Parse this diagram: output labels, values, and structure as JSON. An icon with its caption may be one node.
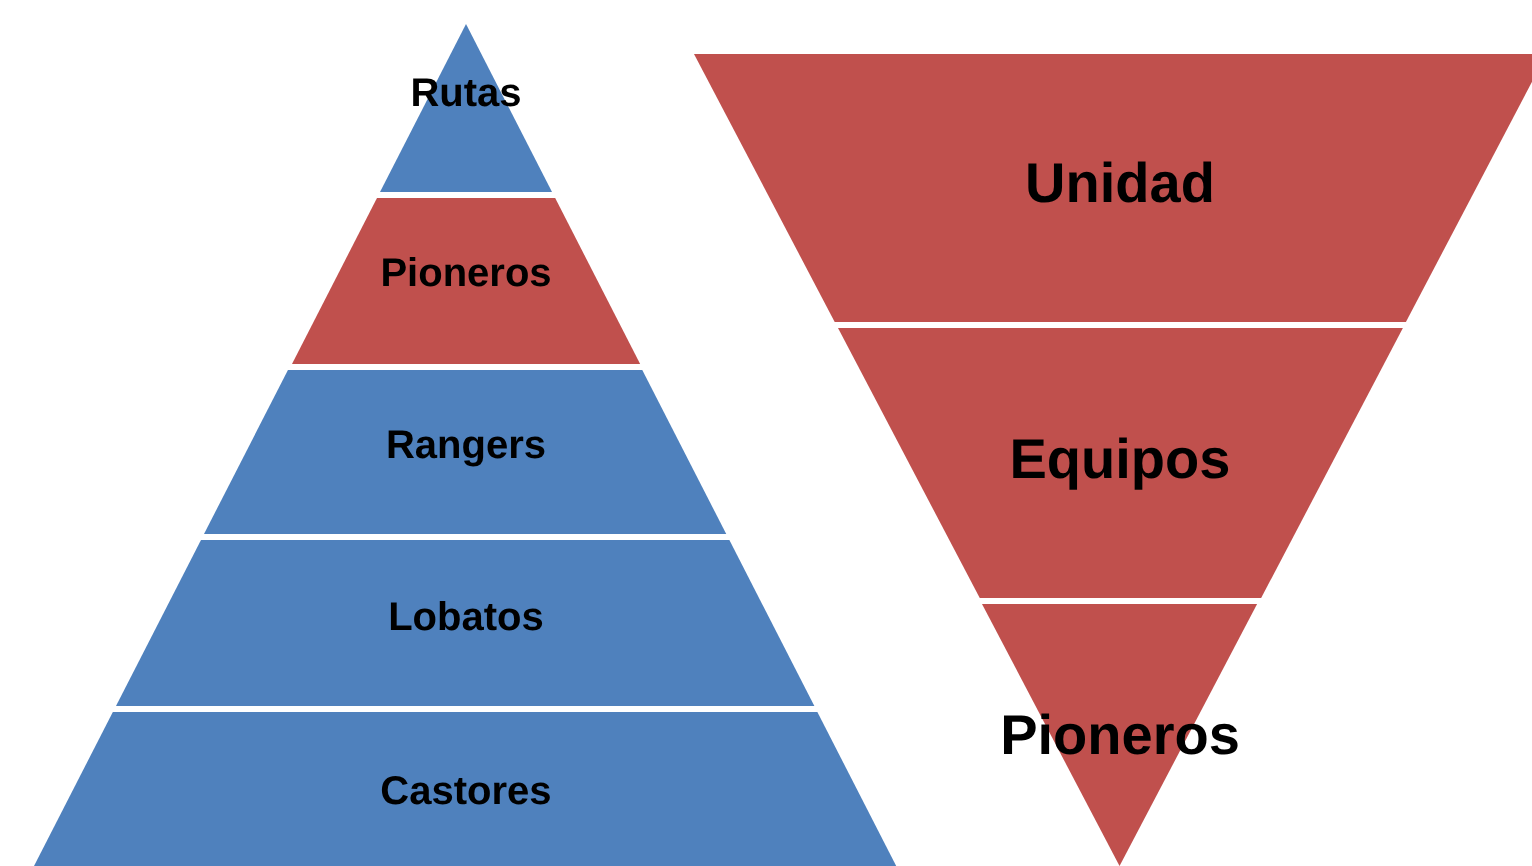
{
  "diagram": {
    "nodes": [
      {
        "text": [
          "Rutas"
        ]
      },
      {
        "text": [
          "Pioneros"
        ]
      },
      {
        "text": [
          "Rangers"
        ]
      },
      {
        "text": [
          "Lobatos"
        ]
      },
      {
        "text": [
          "Castores"
        ]
      },
      {
        "text": [
          "Unidad"
        ]
      },
      {
        "text": [
          "Equipos"
        ]
      },
      {
        "text": [
          "Pioneros"
        ]
      }
    ]
  }
}
